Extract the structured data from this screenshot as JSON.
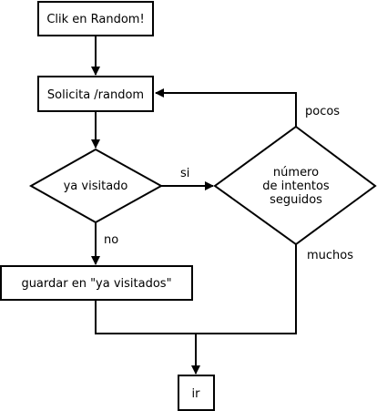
{
  "nodes": {
    "click_random": {
      "label": "Clik en Random!"
    },
    "request_random": {
      "label": "Solicita /random"
    },
    "visited_decision": {
      "label": "ya visitado"
    },
    "attempts_decision": {
      "lines": [
        "número",
        "de intentos",
        "seguidos"
      ]
    },
    "save_visited": {
      "label": "guardar en \"ya visitados\""
    },
    "go": {
      "label": "ir"
    }
  },
  "edges": {
    "yes_label": "si",
    "no_label": "no",
    "few_label": "pocos",
    "many_label": "muchos"
  },
  "colors": {
    "stroke": "#000000",
    "fill": "#ffffff",
    "text": "#000000"
  }
}
